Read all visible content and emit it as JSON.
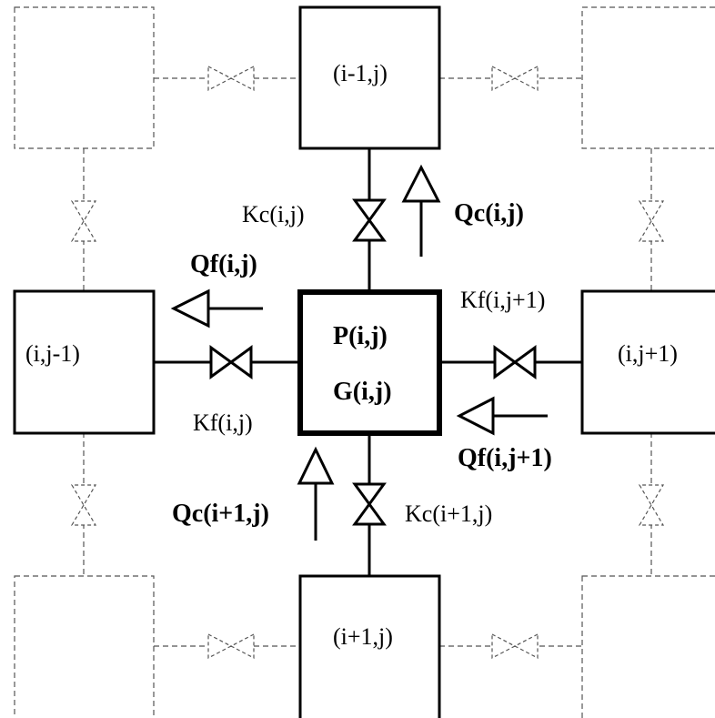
{
  "nodes": {
    "top": "(i-1,j)",
    "left": "(i,j-1)",
    "right": "(i,j+1)",
    "bottom": "(i+1,j)",
    "center_p": "P(i,j)",
    "center_g": "G(i,j)"
  },
  "conductances": {
    "kc_top": "Kc(i,j)",
    "kf_right": "Kf(i,j+1)",
    "kf_left": "Kf(i,j)",
    "kc_bottom": "Kc(i+1,j)"
  },
  "flows": {
    "qc_top": "Qc(i,j)",
    "qf_left": "Qf(i,j)",
    "qf_right": "Qf(i,j+1)",
    "qc_bottom": "Qc(i+1,j)"
  }
}
